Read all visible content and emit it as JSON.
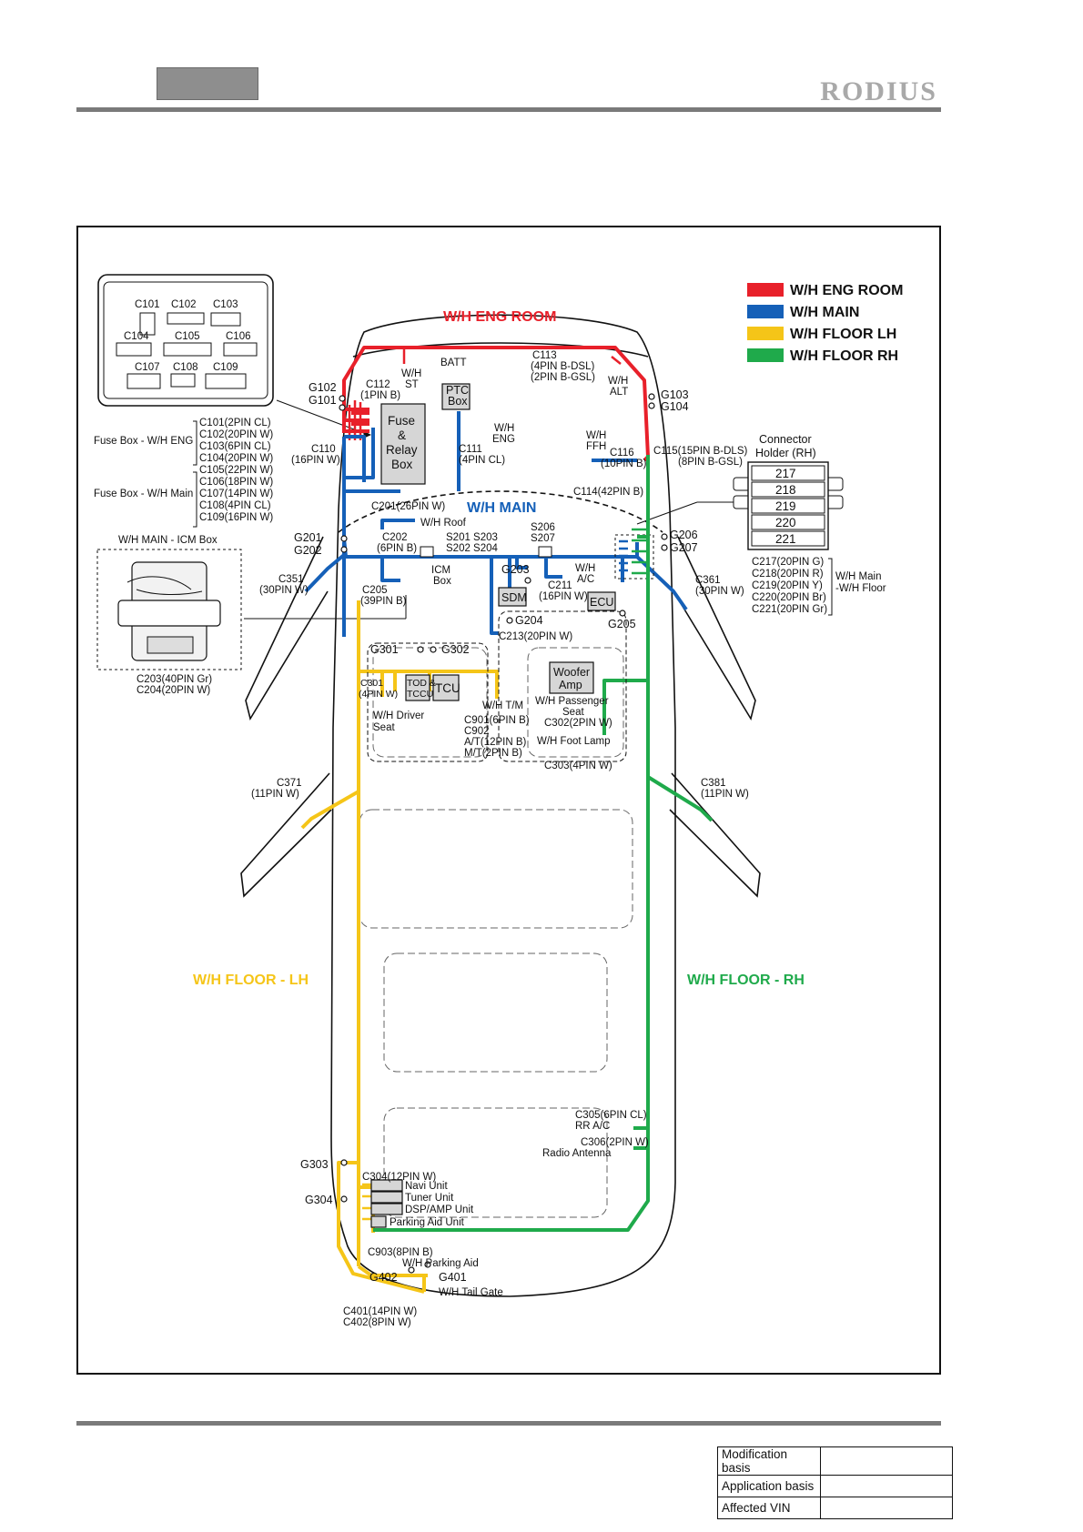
{
  "header": {
    "brand": "RODIUS"
  },
  "legend": [
    {
      "label": "W/H ENG ROOM",
      "color": "#e8202a"
    },
    {
      "label": "W/H MAIN",
      "color": "#1560b8"
    },
    {
      "label": "W/H FLOOR LH",
      "color": "#f5c518"
    },
    {
      "label": "W/H FLOOR RH",
      "color": "#1faa4b"
    }
  ],
  "colors": {
    "eng": "#e8202a",
    "main": "#1560b8",
    "floor_lh": "#f5c518",
    "floor_rh": "#1faa4b"
  },
  "sections": {
    "eng_room": "W/H ENG ROOM",
    "main": "W/H MAIN",
    "floor_lh": "W/H FLOOR - LH",
    "floor_rh": "W/H FLOOR - RH"
  },
  "fuse_box": {
    "connectors": [
      "C101",
      "C102",
      "C103",
      "C104",
      "C105",
      "C106",
      "C107",
      "C108",
      "C109"
    ],
    "eng_label": "Fuse Box - W/H ENG",
    "main_label": "Fuse Box - W/H Main",
    "eng_list": [
      "C101(2PIN CL)",
      "C102(20PIN W)",
      "C103(6PIN CL)",
      "C104(20PIN W)"
    ],
    "main_list": [
      "C105(22PIN W)",
      "C106(18PIN W)",
      "C107(14PIN W)",
      "C108(4PIN CL)",
      "C109(16PIN W)"
    ]
  },
  "icm_box": {
    "title": "W/H MAIN - ICM Box",
    "c203": "C203(40PIN Gr)",
    "c204": "C204(20PIN W)"
  },
  "connector_holder": {
    "title1": "Connector",
    "title2": "Holder (RH)",
    "slots": [
      "217",
      "218",
      "219",
      "220",
      "221"
    ],
    "list": [
      "C217(20PIN G)",
      "C218(20PIN R)",
      "C219(20PIN Y)",
      "C220(20PIN Br)",
      "C221(20PIN Gr)"
    ],
    "note1": "W/H Main",
    "note2": "-W/H Floor"
  },
  "labels": {
    "batt": "BATT",
    "wh_st_1": "W/H",
    "wh_st_2": "ST",
    "ptc_1": "PTC",
    "ptc_2": "Box",
    "c113_1": "C113",
    "c113_2": "(4PIN B-DSL)",
    "c113_3": "(2PIN B-GSL)",
    "wh_alt_1": "W/H",
    "wh_alt_2": "ALT",
    "g102": "G102",
    "g101": "G101",
    "g103": "G103",
    "g104": "G104",
    "c112_1": "C112",
    "c112_2": "(1PIN B)",
    "fuse_1": "Fuse",
    "fuse_2": "&",
    "fuse_3": "Relay",
    "fuse_4": "Box",
    "c110_1": "C110",
    "c110_2": "(16PIN W)",
    "c111_1": "C111",
    "c111_2": "(4PIN CL)",
    "wh_eng_1": "W/H",
    "wh_eng_2": "ENG",
    "wh_ffh_1": "W/H",
    "wh_ffh_2": "FFH",
    "c116_1": "C116",
    "c116_2": "(10PIN B)",
    "c115_1": "C115(15PIN B-DLS)",
    "c115_2": "(8PIN B-GSL)",
    "c114": "C114(42PIN B)",
    "c201": "C201(26PIN W)",
    "wh_roof": "W/H Roof",
    "c202_1": "C202",
    "c202_2": "(6PIN B)",
    "s201": "S201 S203",
    "s202": "S202 S204",
    "s206_1": "S206",
    "s206_2": "S207",
    "g201": "G201",
    "g202": "G202",
    "g206": "G206",
    "g207": "G207",
    "icm_1": "ICM",
    "icm_2": "Box",
    "g203": "G203",
    "wh_ac_1": "W/H",
    "wh_ac_2": "A/C",
    "sdm": "SDM",
    "ecu": "ECU",
    "c211_1": "C211",
    "c211_2": "(16PIN W)",
    "g204": "G204",
    "g205": "G205",
    "c213": "C213(20PIN W)",
    "c351_1": "C351",
    "c351_2": "(30PIN W)",
    "c205_1": "C205",
    "c205_2": "(39PIN B)",
    "c361_1": "C361",
    "c361_2": "(30PIN W)",
    "g301": "G301",
    "g302": "G302",
    "c301_1": "C301",
    "c301_2": "(4PIN W)",
    "tod_1": "TOD &",
    "tod_2": "TCCU",
    "tcu": "TCU",
    "wh_tm": "W/H T/M",
    "woofer_1": "Woofer",
    "woofer_2": "Amp",
    "wh_pass_1": "W/H Passenger",
    "wh_pass_2": "Seat",
    "c302": "C302(2PIN W)",
    "wh_driver_1": "W/H Driver",
    "wh_driver_2": "Seat",
    "c901": "C901(6PIN B)",
    "c902": "C902",
    "c902_at": "A/T(12PIN B)",
    "c902_mt": "M/T(2PIN B)",
    "wh_foot": "W/H Foot Lamp",
    "c303": "C303(4PIN W)",
    "c371_1": "C371",
    "c371_2": "(11PIN W)",
    "c381_1": "C381",
    "c381_2": "(11PIN W)",
    "c305": "C305(6PIN CL)",
    "rr_ac": "RR A/C",
    "c306": "C306(2PIN W)",
    "radio": "Radio Antenna",
    "g303": "G303",
    "g304": "G304",
    "c304": "C304(12PIN W)",
    "navi": "Navi Unit",
    "tuner": "Tuner Unit",
    "dsp": "DSP/AMP Unit",
    "parking_unit": "Parking Aid Unit",
    "c903": "C903(8PIN B)",
    "wh_parking": "W/H Parking Aid",
    "g402": "G402",
    "g401": "G401",
    "wh_tail": "W/H Tail Gate",
    "c401": "C401(14PIN W)",
    "c402": "C402(8PIN W)"
  },
  "footer_table": [
    {
      "label": "Modification basis",
      "value": ""
    },
    {
      "label": "Application basis",
      "value": ""
    },
    {
      "label": "Affected VIN",
      "value": ""
    }
  ]
}
